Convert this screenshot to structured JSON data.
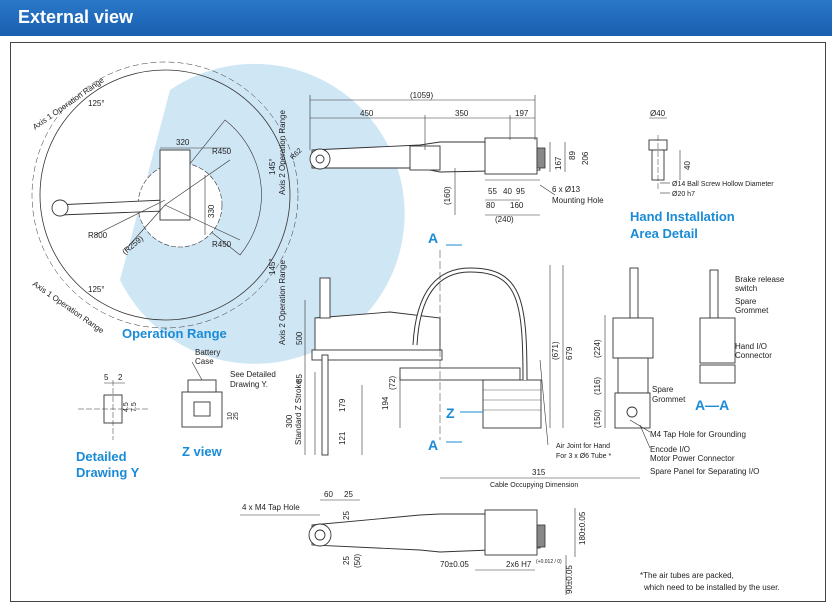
{
  "header": {
    "title": "External view"
  },
  "operation_range": {
    "title": "Operation Range",
    "axis1_top": "Axis 1 Operation Range",
    "axis1_top_deg": "125°",
    "axis1_bottom": "Axis 1 Operation Range",
    "axis1_bottom_deg": "125°",
    "axis2_top": "Axis 2 Operation Range",
    "axis2_top_deg": "145°",
    "axis2_bottom": "Axis 2 Operation Range",
    "axis2_bottom_deg": "145°",
    "r800": "R800",
    "r450a": "R450",
    "r450b": "R450",
    "r259": "(R259)",
    "d320": "320",
    "d330": "330"
  },
  "top_view": {
    "d1059": "(1059)",
    "d450": "450",
    "d350": "350",
    "d197": "197",
    "r62": "R62",
    "d160": "(160)",
    "d167": "167",
    "d89": "89",
    "d206": "206",
    "d55": "55",
    "d40": "40",
    "d95": "95",
    "d80": "80",
    "d160b": "160",
    "d240": "(240)",
    "holes": "6 x Ø13",
    "holes_label": "Mounting Hole"
  },
  "hand_detail": {
    "title_line1": "Hand Installation",
    "title_line2": "Area Detail",
    "d40": "Ø40",
    "h40": "40",
    "shaft": "Ø14 Ball Screw Hollow Diameter",
    "shaft2": "Ø20 h7"
  },
  "side_view": {
    "a_top": "A",
    "a_bottom": "A",
    "z": "Z",
    "d500": "500",
    "d85": "85",
    "d300": "300",
    "stroke": "Standard Z Stroke",
    "d179": "179",
    "d121": "121",
    "d194": "194",
    "d72": "(72)",
    "d671": "(671)",
    "d679": "679",
    "d315": "315",
    "cable": "Cable Occupying Dimension",
    "air_joint1": "Air Joint for Hand",
    "air_joint2": "For 3 x Ø6 Tube *"
  },
  "aa_view": {
    "title": "A—A",
    "brake1": "Brake release",
    "brake2": "switch",
    "spare1": "Spare",
    "spare2": "Grommet",
    "hand_io1": "Hand I/O",
    "hand_io2": "Connector",
    "spare_b1": "Spare",
    "spare_b2": "Grommet",
    "d224": "(224)",
    "d116": "(116)",
    "d150": "(150)",
    "m4": "M4 Tap Hole for Grounding",
    "encode1": "Encode I/O",
    "encode2": "Motor Power Connector",
    "spare_panel": "Spare Panel for Separating I/O"
  },
  "z_view": {
    "title": "Z view",
    "battery1": "Battery",
    "battery2": "Case",
    "see1": "See Detailed",
    "see2": "Drawing Y.",
    "d10": "10",
    "d25": "25"
  },
  "detail_y": {
    "title1": "Detailed",
    "title2": "Drawing Y",
    "d5": "5",
    "d2": "2",
    "d45": "4.5",
    "d75": "7.5"
  },
  "bottom_view": {
    "tap": "4 x M4 Tap Hole",
    "d60": "60",
    "d25a": "25",
    "d25b": "25",
    "d25c": "25",
    "d50": "(50)",
    "d70": "70±0.05",
    "d26": "2x6 H7",
    "d26tol": "(+0.012 / 0)",
    "d180": "180±0.05",
    "d90": "90±0.05"
  },
  "footnote": {
    "line1": "*The air tubes are packed,",
    "line2": "which need to be installed by the user."
  }
}
